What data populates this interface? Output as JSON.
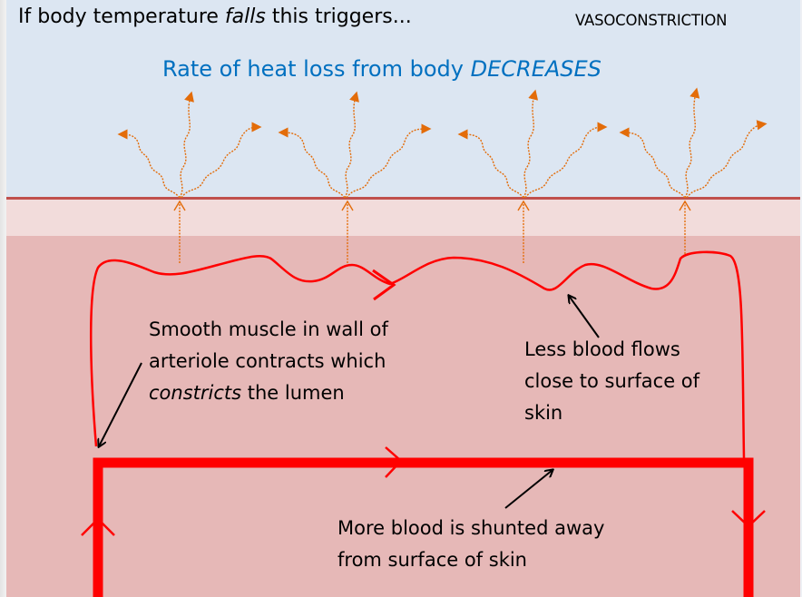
{
  "header": {
    "title_prefix": "If body temperature ",
    "title_emphasis": "falls",
    "title_suffix": " this triggers...",
    "process_tag": "VASOCONSTRICTION"
  },
  "subtitle": {
    "prefix": "Rate of heat loss from body ",
    "emphasis": "DECREASES",
    "color": "#0070c0"
  },
  "annotations": {
    "smooth_muscle": {
      "line1": "Smooth muscle in wall of",
      "line2": "arteriole contracts which",
      "line3_emphasis": "constricts",
      "line3_suffix": " the lumen"
    },
    "less_blood": {
      "line1": "Less blood flows",
      "line2": "close to surface of",
      "line3": "skin"
    },
    "more_blood": {
      "line1": "More blood is shunted away",
      "line2": "from surface of skin"
    }
  },
  "colors": {
    "air": "#dce6f2",
    "skin_surface_line": "#c0504d",
    "epidermis": "#f2dcdb",
    "dermis": "#e6b8b7",
    "blood_vessel": "#ff0000",
    "heat_radiation": "#e36c09",
    "pointer_arrow": "#000000"
  },
  "icons": {
    "heat_radiation_groups": 4,
    "heat_arrow": "wavy-dotted-arrow-icon",
    "flow_direction": "chevron-arrow-icon"
  }
}
